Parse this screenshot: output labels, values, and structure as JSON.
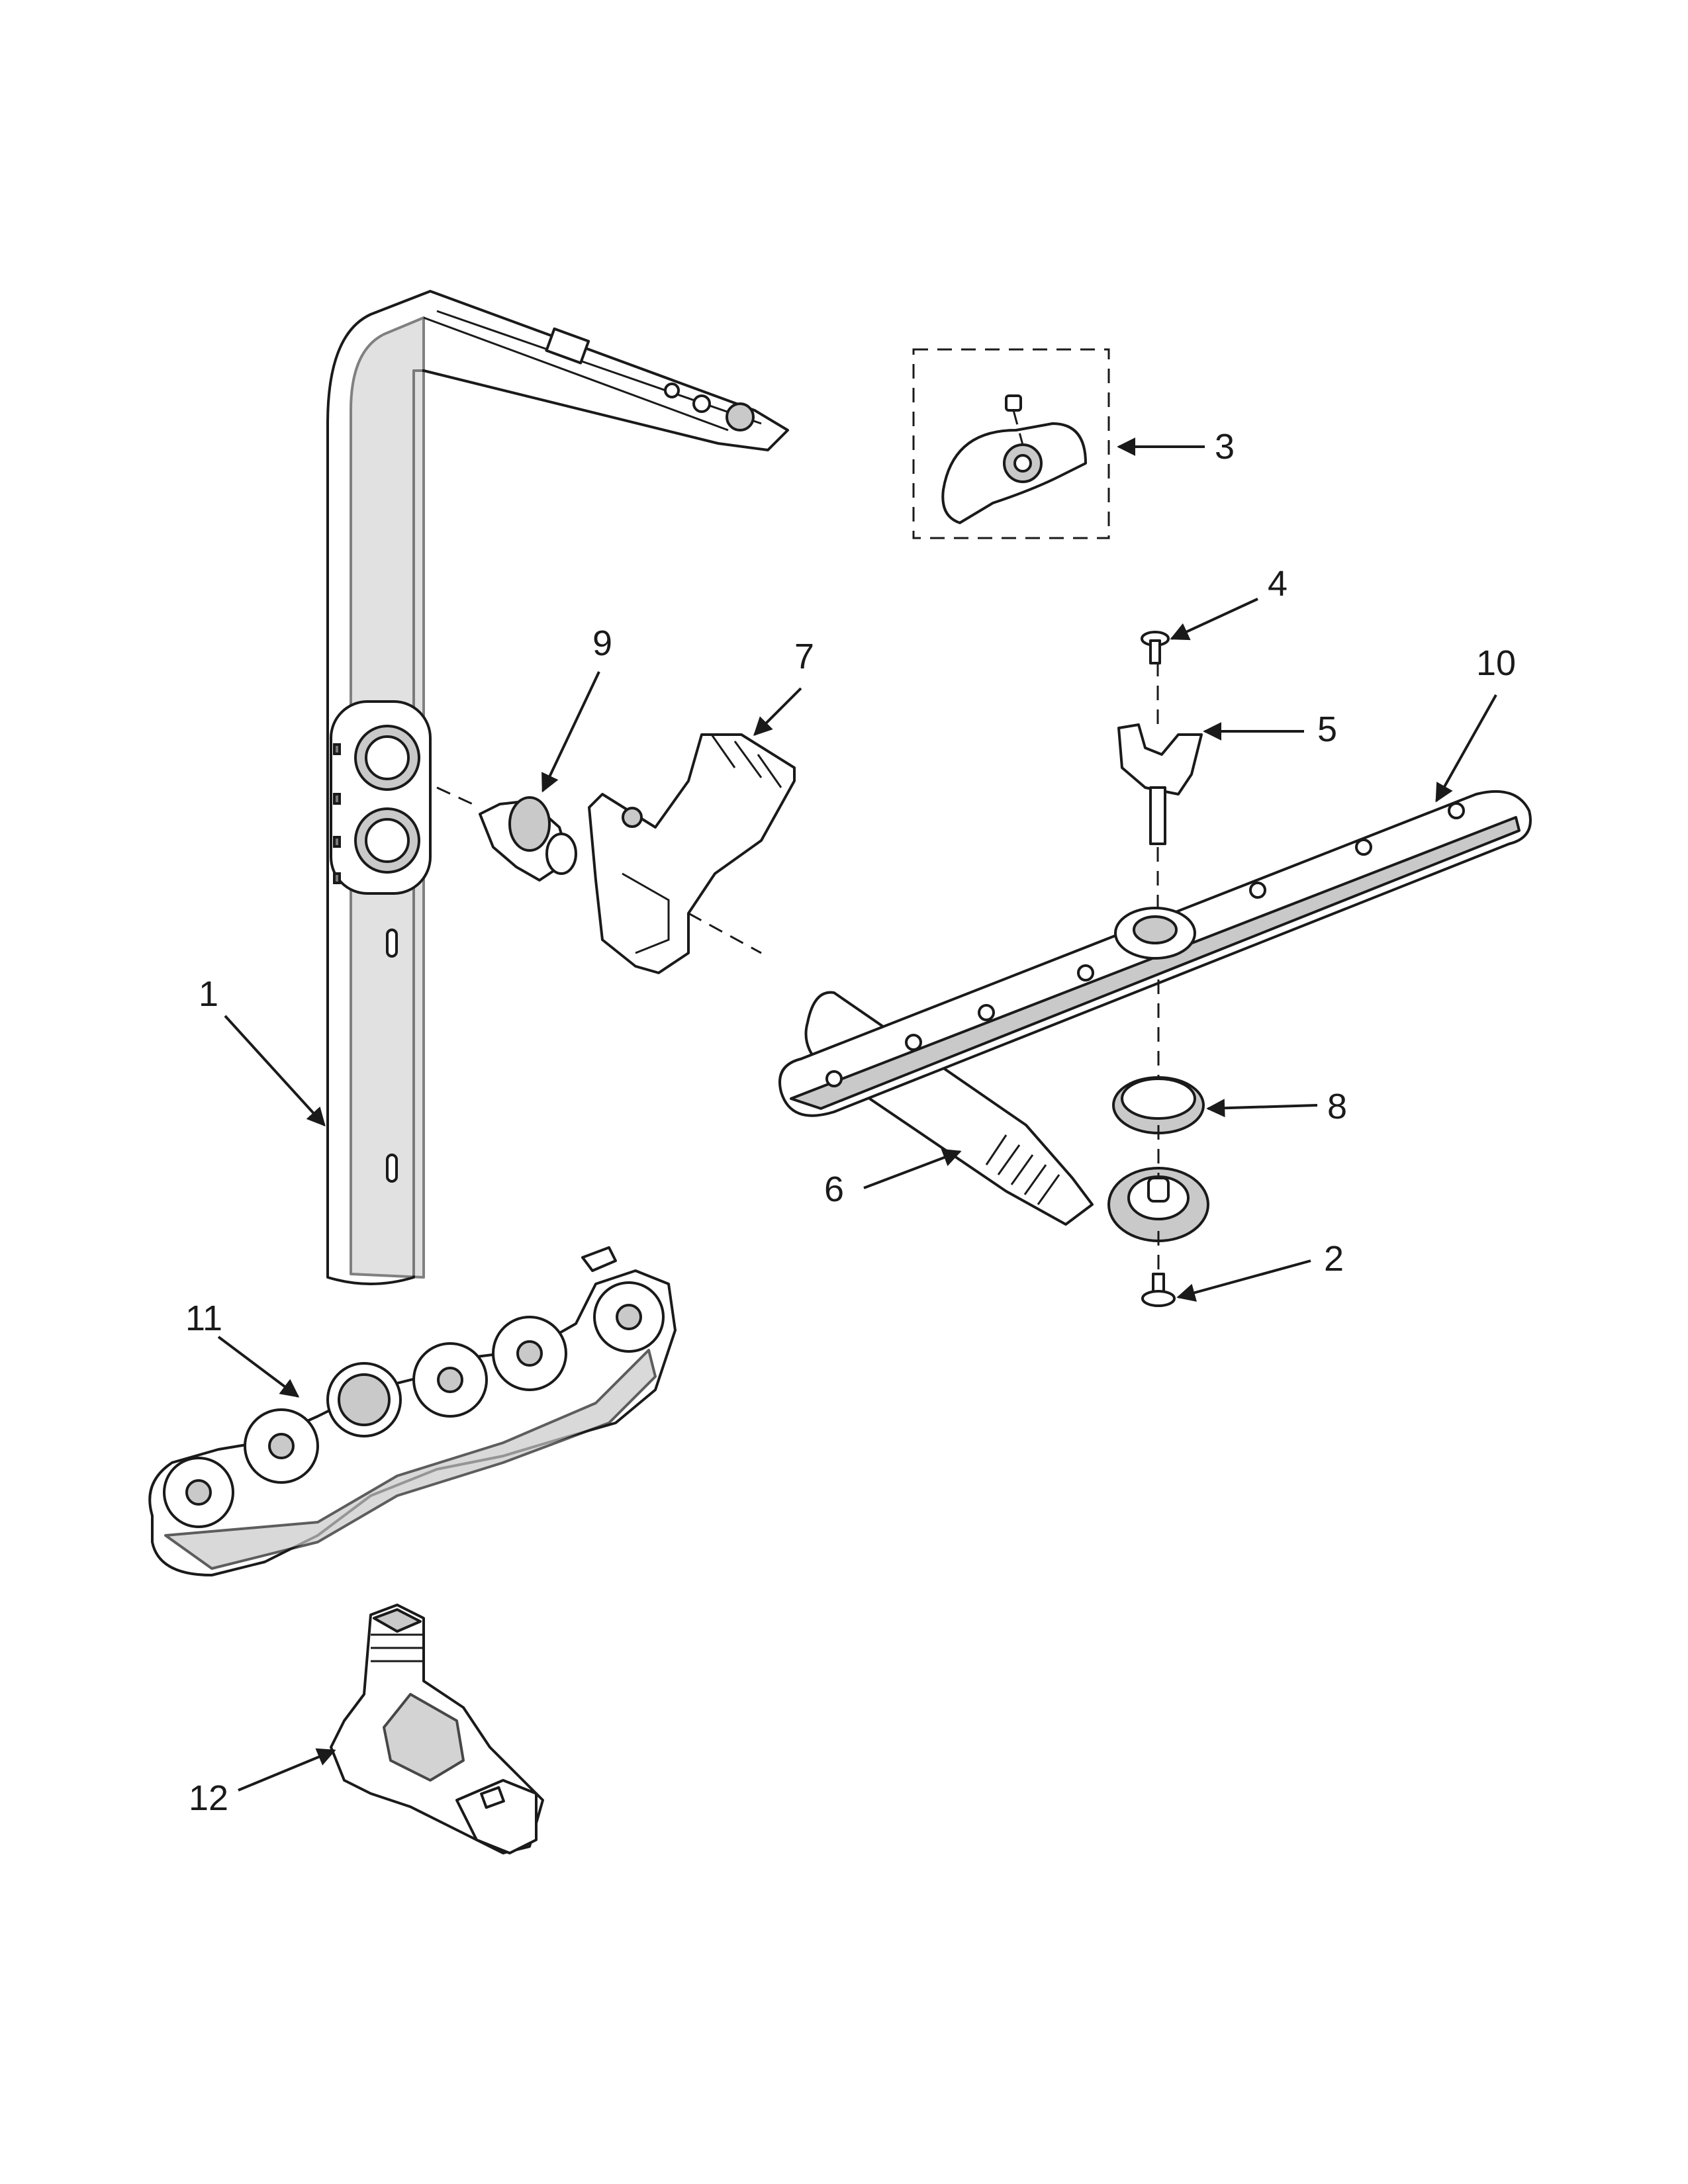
{
  "callouts": {
    "c1": "1",
    "c2": "2",
    "c3": "3",
    "c4": "4",
    "c5": "5",
    "c6": "6",
    "c7": "7",
    "c8": "8",
    "c9": "9",
    "c10": "10",
    "c11": "11",
    "c12": "12"
  },
  "colors": {
    "line": "#1a1a1a",
    "shade": "#c9c9c9",
    "dark": "#7a7a7a",
    "background": "#ffffff"
  }
}
